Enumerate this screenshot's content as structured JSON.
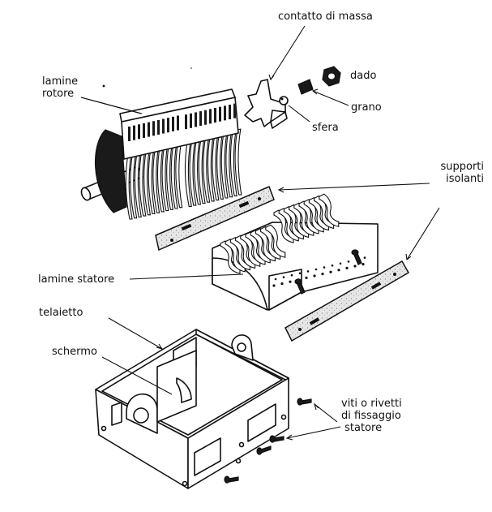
{
  "labels": {
    "contatto": "contatto di massa",
    "dado": "dado",
    "grano": "grano",
    "sfera": "sfera",
    "lamine_rotore": "lamine\nrotore",
    "supporti": "supporti\nisolanti",
    "lamine_statore": "lamine statore",
    "telaietto": "telaietto",
    "schermo": "schermo",
    "viti": "viti o rivetti\ndi fissaggio\n statore"
  }
}
